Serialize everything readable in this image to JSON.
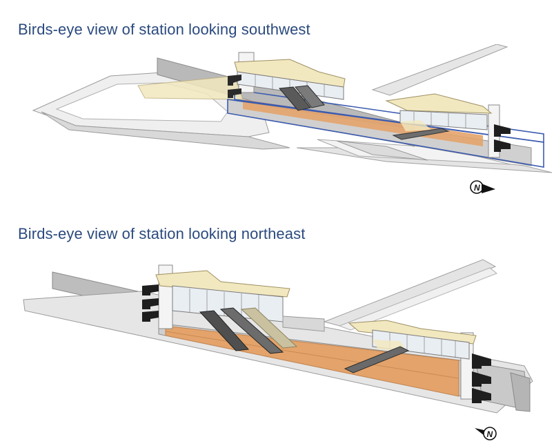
{
  "views": [
    {
      "title": "Birds-eye view of station looking southwest",
      "north_label": "N"
    },
    {
      "title": "Birds-eye view of station looking northeast",
      "north_label": "N"
    }
  ],
  "colors": {
    "title": "#2b4a7e",
    "canopy": "#f2e8bf",
    "platform": "#e3a36a",
    "glass_outline": "#3b5bb0",
    "concrete": "#d5d5d5",
    "wall": "#b9b9b9"
  }
}
